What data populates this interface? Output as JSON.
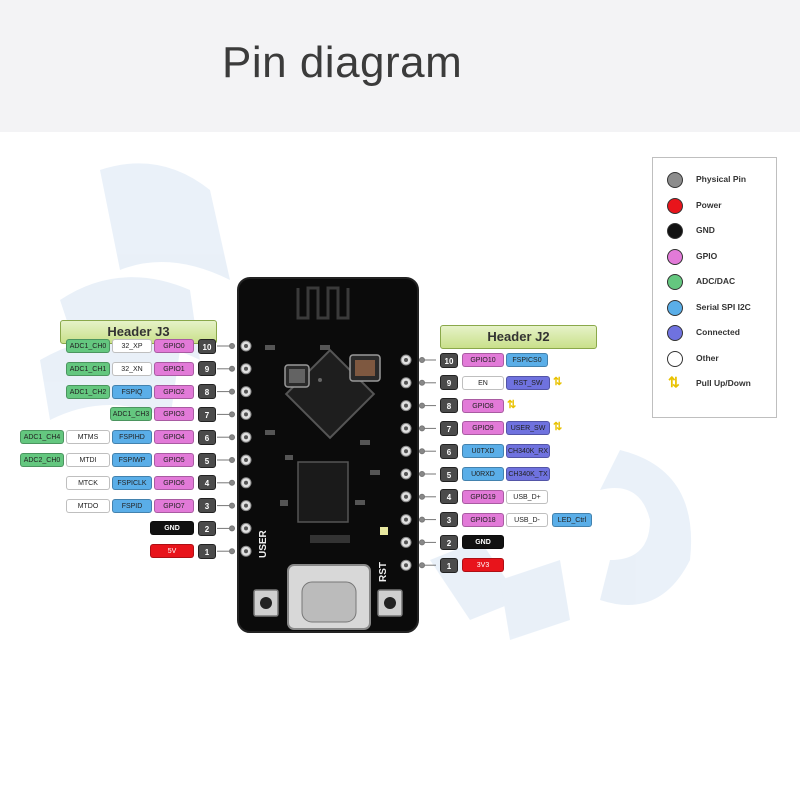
{
  "title": "Pin diagram",
  "colors": {
    "physical": "#8c8c8c",
    "power": "#e8141b",
    "gnd": "#111111",
    "gpio": "#e27ad8",
    "adc": "#64c77f",
    "serial": "#5aaee8",
    "connected": "#6f72df",
    "other": "#ffffff",
    "header_bg": "#c9e08a"
  },
  "headers": {
    "j3": "Header J3",
    "j2": "Header J2"
  },
  "board": {
    "user_label": "USER",
    "rst_label": "RST"
  },
  "legend": [
    {
      "label": "Physical Pin",
      "color": "#8c8c8c"
    },
    {
      "label": "Power",
      "color": "#e8141b"
    },
    {
      "label": "GND",
      "color": "#111111"
    },
    {
      "label": "GPIO",
      "color": "#e27ad8"
    },
    {
      "label": "ADC/DAC",
      "color": "#64c77f"
    },
    {
      "label": "Serial SPI I2C",
      "color": "#5aaee8"
    },
    {
      "label": "Connected",
      "color": "#6f72df"
    },
    {
      "label": "Other",
      "color": "#ffffff"
    },
    {
      "label": "Pull Up/Down",
      "icon": "pull-up-down-arrows-icon"
    }
  ],
  "j3_pins": [
    {
      "num": "10",
      "labels": [
        {
          "text": "GPIO0",
          "kind": "gpio"
        },
        {
          "text": "32_XP",
          "kind": "other"
        },
        {
          "text": "ADC1_CH0",
          "kind": "adc"
        }
      ]
    },
    {
      "num": "9",
      "labels": [
        {
          "text": "GPIO1",
          "kind": "gpio"
        },
        {
          "text": "32_XN",
          "kind": "other"
        },
        {
          "text": "ADC1_CH1",
          "kind": "adc"
        }
      ]
    },
    {
      "num": "8",
      "labels": [
        {
          "text": "GPIO2",
          "kind": "gpio"
        },
        {
          "text": "FSPIQ",
          "kind": "serial"
        },
        {
          "text": "ADC1_CH2",
          "kind": "adc"
        }
      ]
    },
    {
      "num": "7",
      "labels": [
        {
          "text": "GPIO3",
          "kind": "gpio"
        },
        {
          "text": "ADC1_CH3",
          "kind": "adc"
        }
      ]
    },
    {
      "num": "6",
      "labels": [
        {
          "text": "GPIO4",
          "kind": "gpio"
        },
        {
          "text": "FSPIHD",
          "kind": "serial"
        },
        {
          "text": "MTMS",
          "kind": "other"
        },
        {
          "text": "ADC1_CH4",
          "kind": "adc"
        }
      ]
    },
    {
      "num": "5",
      "labels": [
        {
          "text": "GPIO5",
          "kind": "gpio"
        },
        {
          "text": "FSPIWP",
          "kind": "serial"
        },
        {
          "text": "MTDI",
          "kind": "other"
        },
        {
          "text": "ADC2_CH0",
          "kind": "adc"
        }
      ]
    },
    {
      "num": "4",
      "labels": [
        {
          "text": "GPIO6",
          "kind": "gpio"
        },
        {
          "text": "FSPICLK",
          "kind": "serial"
        },
        {
          "text": "MTCK",
          "kind": "other"
        }
      ]
    },
    {
      "num": "3",
      "labels": [
        {
          "text": "GPIO7",
          "kind": "gpio"
        },
        {
          "text": "FSPID",
          "kind": "serial"
        },
        {
          "text": "MTDO",
          "kind": "other"
        }
      ]
    },
    {
      "num": "2",
      "labels": [
        {
          "text": "GND",
          "kind": "gnd"
        }
      ]
    },
    {
      "num": "1",
      "labels": [
        {
          "text": "5V",
          "kind": "power"
        }
      ]
    }
  ],
  "j2_pins": [
    {
      "num": "10",
      "labels": [
        {
          "text": "GPIO10",
          "kind": "gpio"
        },
        {
          "text": "FSPICS0",
          "kind": "serial"
        }
      ]
    },
    {
      "num": "9",
      "labels": [
        {
          "text": "EN",
          "kind": "other"
        },
        {
          "text": "RST_SW",
          "kind": "connected"
        }
      ],
      "arrow": true
    },
    {
      "num": "8",
      "labels": [
        {
          "text": "GPIO8",
          "kind": "gpio"
        }
      ],
      "arrow": true
    },
    {
      "num": "7",
      "labels": [
        {
          "text": "GPIO9",
          "kind": "gpio"
        },
        {
          "text": "USER_SW",
          "kind": "connected"
        }
      ],
      "arrow": true
    },
    {
      "num": "6",
      "labels": [
        {
          "text": "U0TXD",
          "kind": "serial"
        },
        {
          "text": "CH340K_RX",
          "kind": "connected"
        }
      ]
    },
    {
      "num": "5",
      "labels": [
        {
          "text": "U0RXD",
          "kind": "serial"
        },
        {
          "text": "CH340K_TX",
          "kind": "connected"
        }
      ]
    },
    {
      "num": "4",
      "labels": [
        {
          "text": "GPIO19",
          "kind": "gpio"
        },
        {
          "text": "USB_D+",
          "kind": "other"
        }
      ]
    },
    {
      "num": "3",
      "labels": [
        {
          "text": "GPIO18",
          "kind": "gpio"
        },
        {
          "text": "USB_D-",
          "kind": "other"
        },
        {
          "text": "LED_Ctrl",
          "kind": "serial"
        }
      ]
    },
    {
      "num": "2",
      "labels": [
        {
          "text": "GND",
          "kind": "gnd"
        }
      ]
    },
    {
      "num": "1",
      "labels": [
        {
          "text": "3V3",
          "kind": "power"
        }
      ]
    }
  ]
}
